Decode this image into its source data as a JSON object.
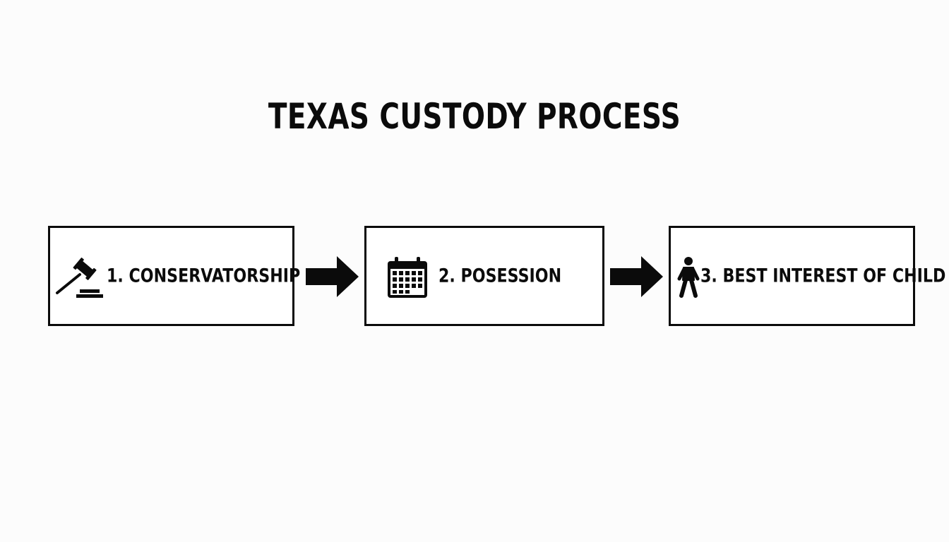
{
  "title": "TEXAS CUSTODY PROCESS",
  "steps": [
    {
      "label": "1. CONSERVATORSHIP",
      "icon": "gavel-icon"
    },
    {
      "label": "2. POSESSION",
      "icon": "calendar-icon"
    },
    {
      "label": "3. BEST INTEREST OF CHILD",
      "icon": "child-icon"
    }
  ],
  "connectors": [
    "arrow-right-icon",
    "arrow-right-icon"
  ],
  "colors": {
    "ink": "#0b0b0b",
    "background": "#fcfcfc"
  }
}
